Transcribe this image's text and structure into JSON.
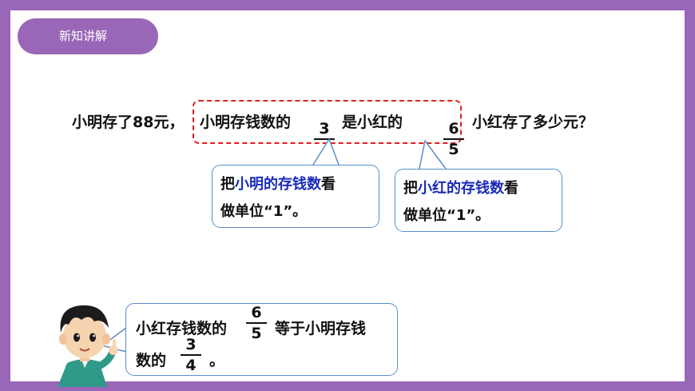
{
  "header": {
    "tag_label": "新知讲解"
  },
  "question": {
    "part1": "小明存了88元，",
    "part2": "小明存钱数的",
    "frac1": {
      "num": "3",
      "den": ""
    },
    "part3": "是小红的",
    "frac2": {
      "num": "6",
      "den": "5"
    },
    "part4": "小红存了多少元？"
  },
  "bubble_left": {
    "prefix": "把",
    "highlight": "小明的存钱数",
    "suffix": "看",
    "line2": "做单位“1”。"
  },
  "bubble_right": {
    "prefix": "把",
    "highlight": "小红的存钱数",
    "suffix": "看",
    "line2": "做单位“1”。"
  },
  "bubble_bottom": {
    "line1_a": "小红存钱数的",
    "frac_a": {
      "num": "6",
      "den": "5"
    },
    "line1_b": "等于小明存钱",
    "line2_a": "数的",
    "frac_b": {
      "num": "3",
      "den": "4"
    },
    "line2_b": "。"
  },
  "colors": {
    "frame": "#9966b8",
    "dash_box": "#e01e1e",
    "highlight": "#1a2bb8",
    "bubble_border": "#5a8fc8"
  },
  "icons": {
    "character": "boy-pointing-icon"
  }
}
